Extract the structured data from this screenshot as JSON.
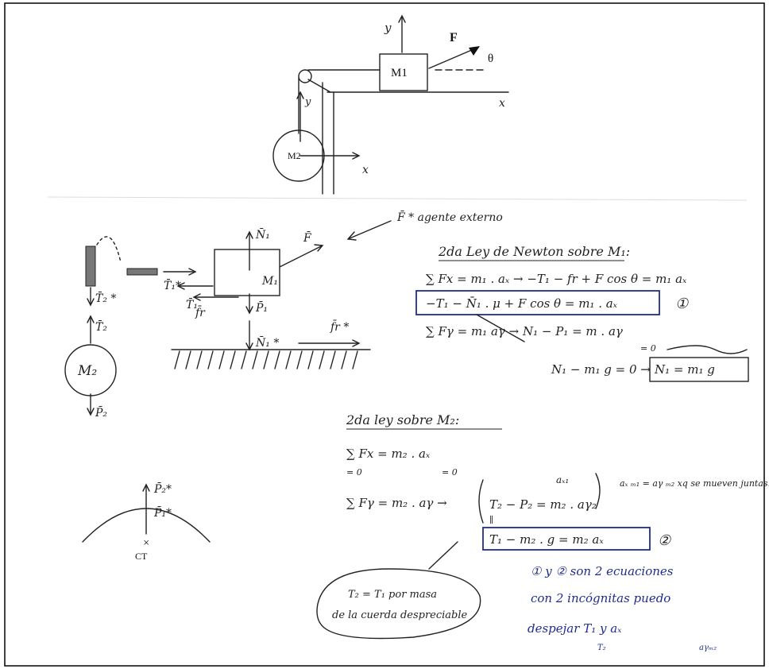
{
  "top_diagram": {
    "m1_label": "M1",
    "m2_label": "M2",
    "force_label": "F",
    "angle_label": "θ",
    "axis_y_top": "y",
    "axis_x_top": "x",
    "axis_y_left": "y",
    "axis_x_bottom": "x"
  },
  "fbd": {
    "n1": "N̄₁",
    "f_vec": "F̄",
    "m1": "M₁",
    "t1": "T̄₁",
    "t1_star": "T̄₁*",
    "fr": "f̄r",
    "p1": "P̄₁",
    "n1_star": "N̄₁ *",
    "fr_star": "f̄r *",
    "t2_star": "T̄₂ *",
    "t2": "T̄₂",
    "m2": "M₂",
    "p2": "P̄₂",
    "agent_note": "F̄ * agente externo",
    "earth_p2": "P̄₂*",
    "earth_p1": "P̄₁*",
    "earth_ct": "CT"
  },
  "m1_equations": {
    "heading": "2da Ley de Newton sobre M₁:",
    "sum_fx": "∑ Fx = m₁ . aₓ → −T₁ − fr + F cos θ = m₁ aₓ",
    "boxed_eq1": "−T₁ − N̄₁ . μ + F cos θ = m₁ . aₓ",
    "eq1_marker": "①",
    "sum_fy": "∑ Fγ = m₁ aγ → N₁ − P₁ = m . aγ",
    "ay_zero": "= 0",
    "n1_line": "N₁ − m₁ g = 0 →",
    "n1_result": "N₁ = m₁ g"
  },
  "m2_equations": {
    "heading": "2da ley sobre M₂:",
    "sum_fx": "∑ Fx = m₂ . aₓ",
    "zero_left": "= 0",
    "zero_right": "= 0",
    "sum_fy": "∑ Fγ = m₂ . aγ →",
    "t2_p2": "T₂ − P₂ = m₂ . aγ₂",
    "ax1": "aₓ₁",
    "eq_mark": "∥",
    "note_same_acc": "aₓ ₘ₁ = aγ ₘ₂ xq se mueven juntas.",
    "boxed_eq2": "T₁ − m₂ . g = m₂ aₓ",
    "eq2_marker": "②"
  },
  "bubble_note": {
    "line1": "T₂ = T₁ por masa",
    "line2": "de la cuerda despreciable"
  },
  "conclusion": {
    "line1": "① y ② son 2 ecuaciones",
    "line2": "con 2 incógnitas puedo",
    "line3": "despejar T₁ y aₓ",
    "sub_t2": "T₂",
    "sub_aym2": "aγₘ₂"
  }
}
